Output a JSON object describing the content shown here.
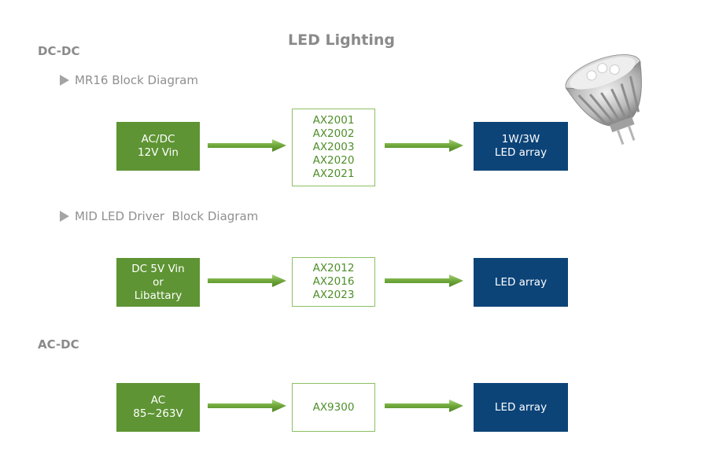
{
  "title": "LED Lighting",
  "sections": {
    "dcdc": "DC-DC",
    "acdc": "AC-DC"
  },
  "diagrams": [
    {
      "title": "MR16 Block Diagram",
      "input": [
        "AC/DC",
        "12V Vin"
      ],
      "parts": [
        "AX2001",
        "AX2002",
        "AX2003",
        "AX2020",
        "AX2021"
      ],
      "output": [
        "1W/3W",
        "LED array"
      ]
    },
    {
      "title": "MID LED Driver  Block Diagram",
      "input": [
        "DC 5V Vin",
        "or",
        "Libattary"
      ],
      "parts": [
        "AX2012",
        "AX2016",
        "AX2023"
      ],
      "output": [
        "LED array"
      ]
    },
    {
      "input": [
        "AC",
        "85~263V"
      ],
      "parts": [
        "AX9300"
      ],
      "output": [
        "LED array"
      ]
    }
  ],
  "colors": {
    "input_box": "#5e9433",
    "output_box": "#0c4478",
    "part_border": "#8cc063",
    "part_text": "#4e8f2a",
    "arrow": "#6fa83b",
    "heading": "#8a8a8a"
  },
  "icons": {
    "bullet": "triangle-right-icon",
    "flow": "arrow-right-icon",
    "product": "mr16-led-bulb-icon"
  }
}
